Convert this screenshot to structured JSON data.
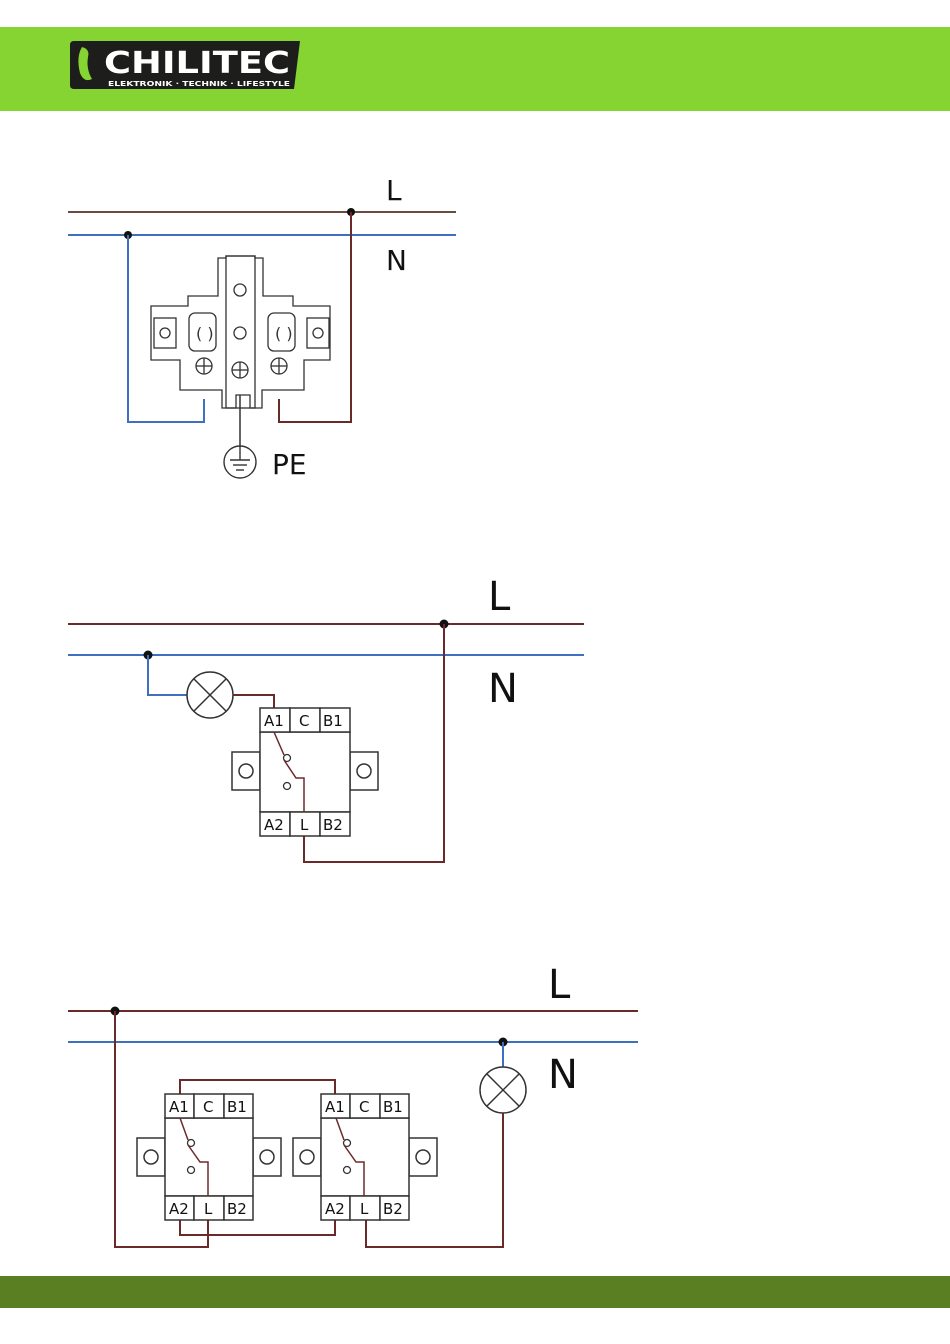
{
  "brand": {
    "name": "CHILITEC",
    "tagline": "ELEKTRONIK · TECHNIK · LIFESTYLE"
  },
  "colors": {
    "header_green": "#86d431",
    "footer_green": "#5a7f22",
    "live_wire": "#6b2a2a",
    "neutral_wire": "#3f6fbf",
    "line_gray": "#555555"
  },
  "diagrams": {
    "socket": {
      "L": "L",
      "N": "N",
      "PE": "PE"
    },
    "single_switch": {
      "L": "L",
      "N": "N",
      "terminals_top": [
        "A1",
        "C",
        "B1"
      ],
      "terminals_bottom": [
        "A2",
        "L",
        "B2"
      ]
    },
    "two_way_switch": {
      "L": "L",
      "N": "N",
      "switch1": {
        "terminals_top": [
          "A1",
          "C",
          "B1"
        ],
        "terminals_bottom": [
          "A2",
          "L",
          "B2"
        ]
      },
      "switch2": {
        "terminals_top": [
          "A1",
          "C",
          "B1"
        ],
        "terminals_bottom": [
          "A2",
          "L",
          "B2"
        ]
      }
    }
  }
}
